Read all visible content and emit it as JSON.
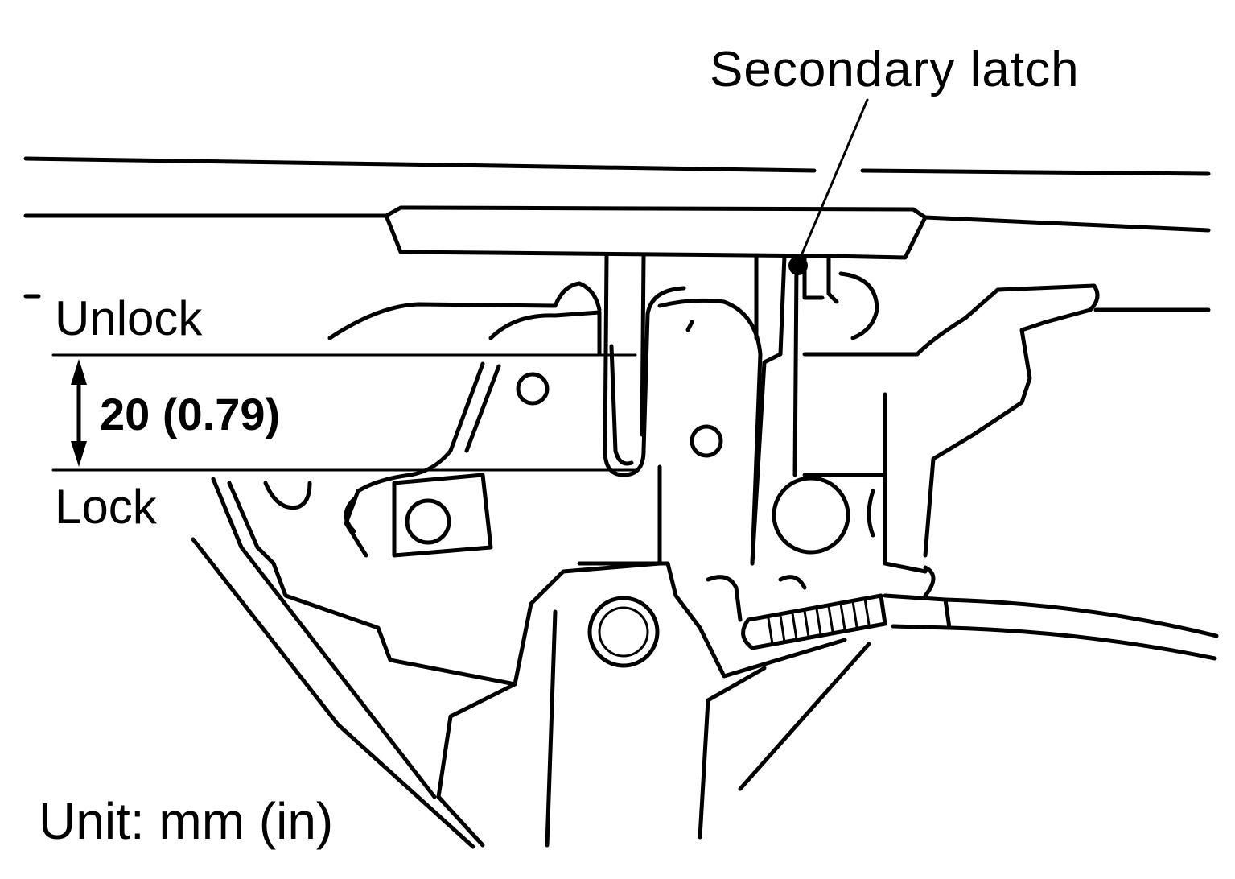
{
  "labels": {
    "secondary_latch": "Secondary latch",
    "unlock": "Unlock",
    "lock": "Lock",
    "dimension": "20 (0.79)",
    "unit": "Unit: mm (in)"
  },
  "colors": {
    "line": "#000000",
    "background": "#ffffff"
  }
}
